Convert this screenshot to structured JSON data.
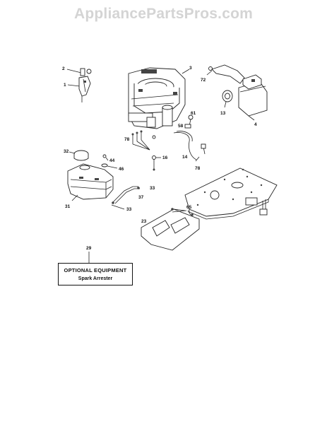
{
  "watermark": "AppliancePartsPros.com",
  "callouts": {
    "c2": "2",
    "c1": "1",
    "c3": "3",
    "c72": "72",
    "c13": "13",
    "c4": "4",
    "c61": "61",
    "c58": "58",
    "c78a": "78",
    "c14": "14",
    "c16": "16",
    "c78b": "78",
    "c32": "32",
    "c44": "44",
    "c46": "46",
    "c33a": "33",
    "c37": "37",
    "c33b": "33",
    "c31": "31",
    "c65": "65",
    "c23": "23",
    "c29": "29"
  },
  "optional_box": {
    "title": "OPTIONAL EQUIPMENT",
    "item": "Spark Arrester"
  }
}
